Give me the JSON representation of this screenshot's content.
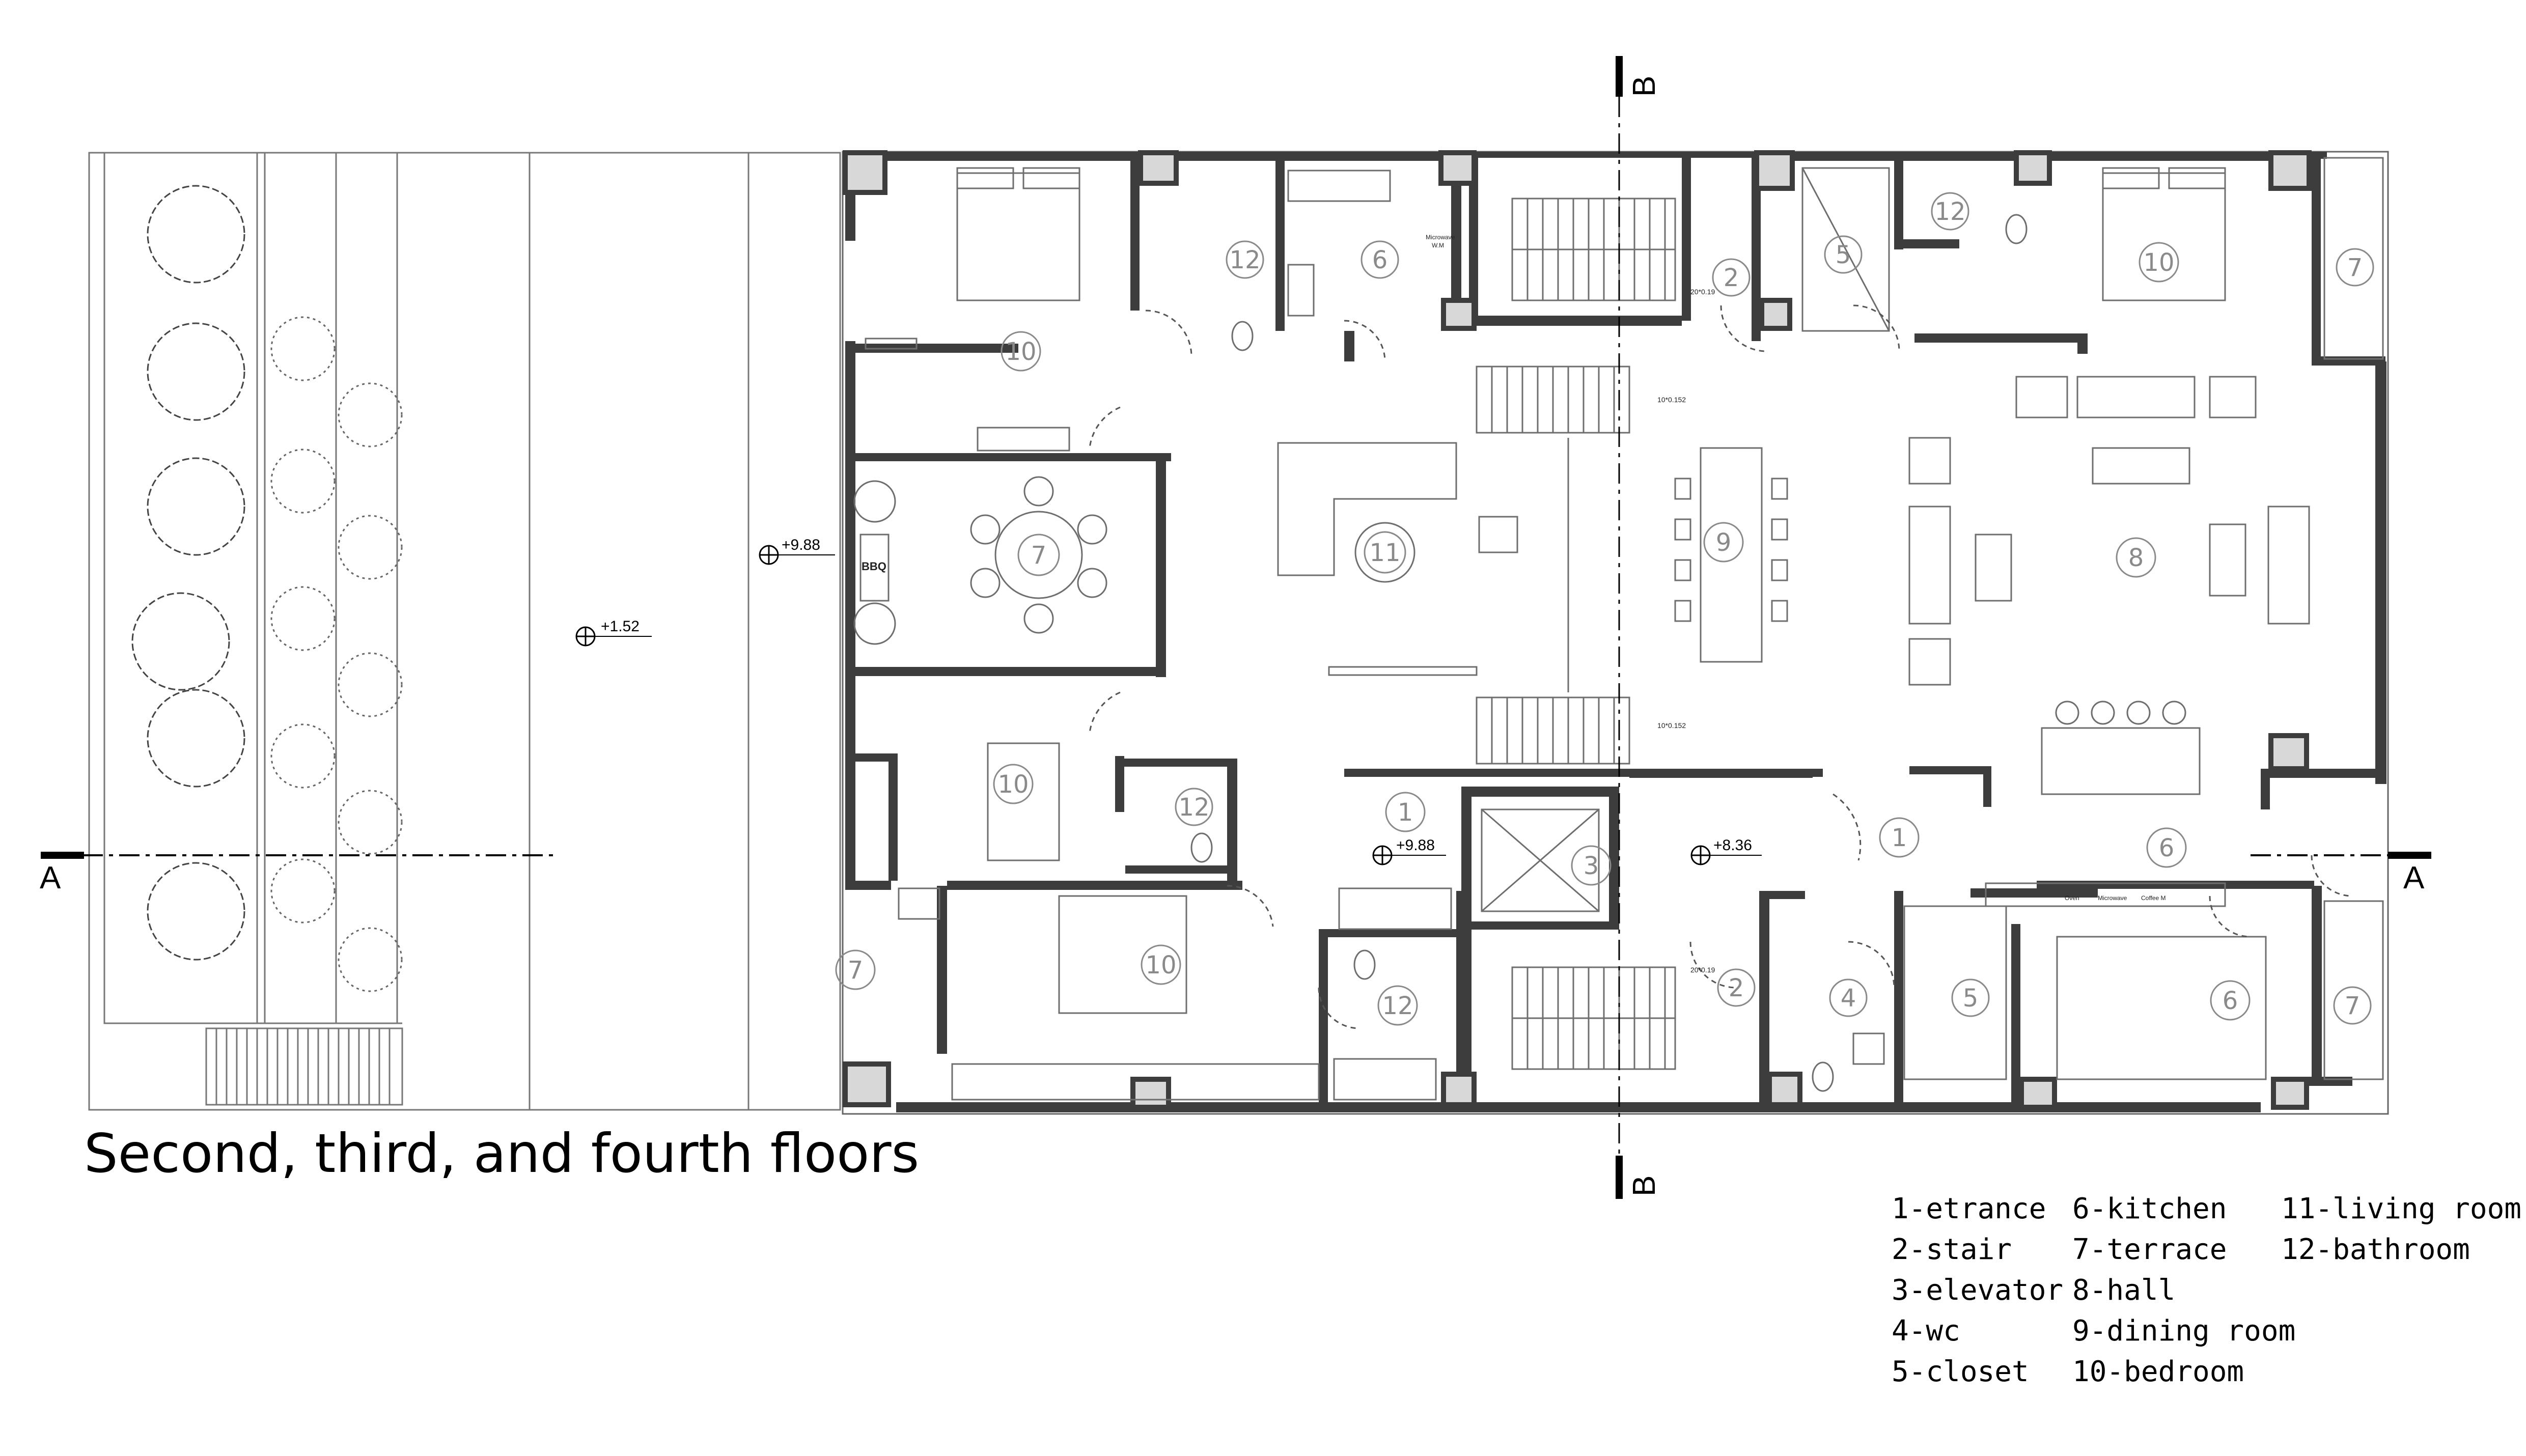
{
  "caption": "Second, third, and fourth floors",
  "legend": {
    "col1": [
      "1-etrance",
      "2-stair",
      "3-elevator",
      "4-wc",
      "5-closet"
    ],
    "col2": [
      "6-kitchen",
      "7-terrace",
      "8-hall",
      "9-dining room",
      "10-bedroom"
    ],
    "col3": [
      "11-living room",
      "12-bathroom"
    ]
  },
  "section_marks": {
    "a": "A",
    "b": "B"
  },
  "levels": {
    "garden": "+1.52",
    "terrace": "+9.88",
    "entrance_left": "+9.88",
    "entrance_right": "+8.36"
  },
  "rooms": {
    "bed_top_left": "10",
    "bath_top_left": "12",
    "kitchen_top_left": "6",
    "stair_top": "2",
    "closet_top_right": "5",
    "bath_top_right": "12",
    "bed_top_right": "10",
    "terrace_top_right": "7",
    "terrace_bbq": "7",
    "living": "11",
    "dining": "9",
    "hall": "8",
    "bed_mid_left": "10",
    "bath_mid_left": "12",
    "entrance_left": "1",
    "elevator": "3",
    "entrance_right": "1",
    "kitchen_right": "6",
    "terrace_bottom_left": "7",
    "bed_bottom_left": "10",
    "bath_bottom": "12",
    "stair_bottom": "2",
    "wc": "4",
    "closet_bottom": "5",
    "kitchen_bottom_right": "6",
    "terrace_bottom_right": "7"
  },
  "small_text": {
    "bbq": "BBQ",
    "microwave": "Microwave",
    "wm": "W.M",
    "oven": "Oven",
    "microwave2": "Microwave",
    "coffee": "Coffee M",
    "stair_spec_top": "20*0.19",
    "stair_spec_flight1": "10*0.152",
    "stair_spec_flight2": "10*0.152",
    "stair_spec_bottom": "20*0.19"
  },
  "colors": {
    "wall": "#3d3d3d",
    "line": "#6e6e6e",
    "label": "#8a8a8a",
    "ink": "#000000"
  }
}
